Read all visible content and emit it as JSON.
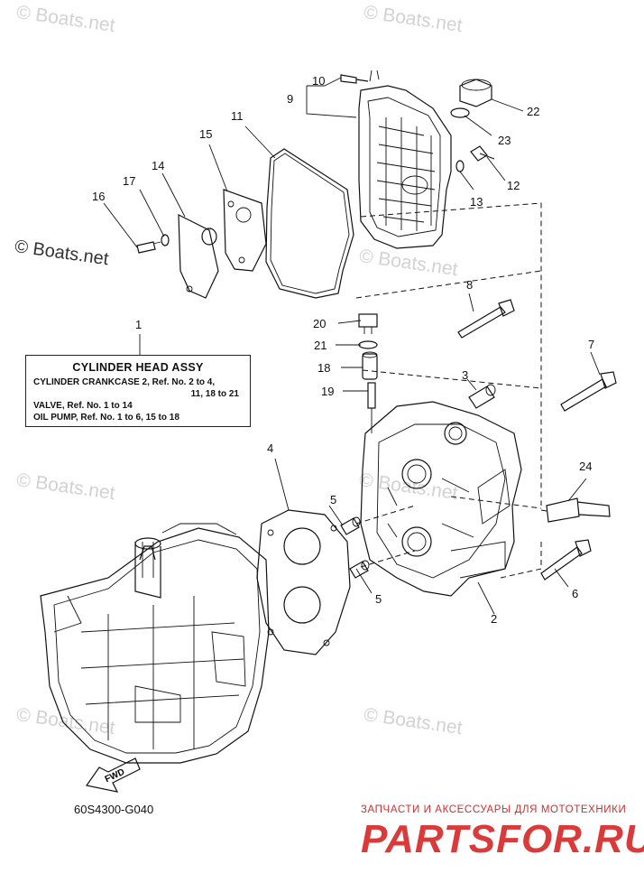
{
  "watermarks": [
    "© Boats.net",
    "© Boats.net",
    "© Boats.net",
    "© Boats.net",
    "© Boats.net",
    "© Boats.net",
    "© Boats.net"
  ],
  "main_watermark": "© Boats.net",
  "legend": {
    "number": "1",
    "title": "CYLINDER HEAD ASSY",
    "line1": "CYLINDER CRANKCASE 2,  Ref. No. 2 to 4,",
    "line2": "11, 18 to 21",
    "line3": "VALVE,  Ref. No. 1 to 14",
    "line4": "OIL PUMP,  Ref. No. 1 to 6, 15 to 18"
  },
  "callouts": {
    "c2": "2",
    "c3": "3",
    "c4": "4",
    "c5a": "5",
    "c5b": "5",
    "c6": "6",
    "c7": "7",
    "c8": "8",
    "c9": "9",
    "c10": "10",
    "c11": "11",
    "c12": "12",
    "c13": "13",
    "c14": "14",
    "c15": "15",
    "c16": "16",
    "c17": "17",
    "c18": "18",
    "c19": "19",
    "c20": "20",
    "c21": "21",
    "c22": "22",
    "c23": "23",
    "c24": "24"
  },
  "fwd_label": "FWD",
  "part_code": "60S4300-G040",
  "footer": {
    "tagline": "ЗАПЧАСТИ И АКСЕССУАРЫ ДЛЯ МОТОТЕХНИКИ",
    "brand": "PARTSFOR.RU"
  },
  "colors": {
    "line": "#111111",
    "watermark": "#d2d2d2",
    "brand_red": "#d93a3a"
  }
}
